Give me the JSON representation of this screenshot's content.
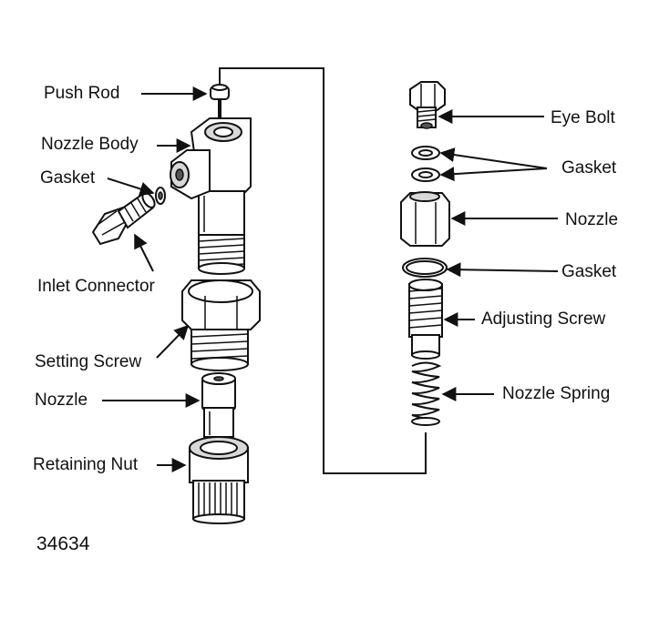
{
  "labels": {
    "push_rod": "Push Rod",
    "nozzle_body": "Nozzle Body",
    "gasket_left": "Gasket",
    "inlet_connector": "Inlet Connector",
    "setting_screw": "Setting Screw",
    "nozzle_left": "Nozzle",
    "retaining_nut": "Retaining Nut",
    "eye_bolt": "Eye Bolt",
    "gasket_right_top": "Gasket",
    "nozzle_right": "Nozzle",
    "gasket_right_bottom": "Gasket",
    "adjusting_screw": "Adjusting Screw",
    "nozzle_spring": "Nozzle Spring"
  },
  "figure_number": "34634"
}
